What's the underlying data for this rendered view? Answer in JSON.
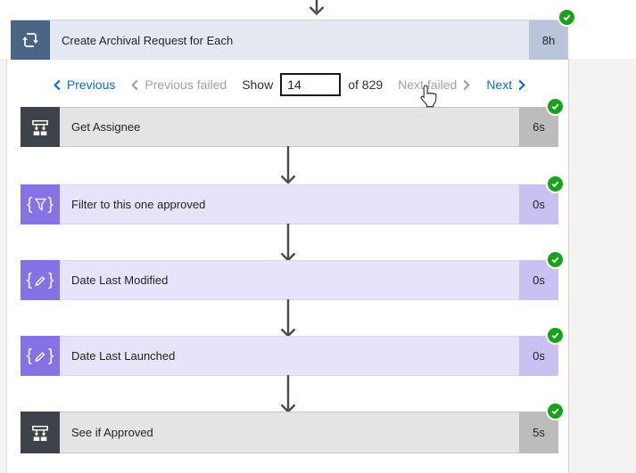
{
  "loop": {
    "title": "Create Archival Request for Each",
    "duration": "8h",
    "icon": "loop-repeat-icon",
    "status": "succeeded"
  },
  "pagination": {
    "previous": "Previous",
    "previous_failed": "Previous failed",
    "show_label": "Show",
    "page_value": "14",
    "of_label": "of 829",
    "next_failed": "Next failed",
    "next": "Next"
  },
  "actions": [
    {
      "title": "Get Assignee",
      "duration": "6s",
      "icon": "switch-icon",
      "status": "succeeded"
    },
    {
      "title": "Filter to this one approved",
      "duration": "0s",
      "icon": "filter-icon",
      "status": "succeeded"
    },
    {
      "title": "Date Last Modified",
      "duration": "0s",
      "icon": "compose-icon",
      "status": "succeeded"
    },
    {
      "title": "Date Last Launched",
      "duration": "0s",
      "icon": "compose-icon",
      "status": "succeeded"
    },
    {
      "title": "See if Approved",
      "duration": "5s",
      "icon": "switch-icon",
      "status": "succeeded"
    }
  ],
  "colors": {
    "link_blue": "#0b6fce",
    "disabled_gray": "#a3a19f",
    "success_green": "#17a317",
    "loop_icon_bg": "#4a6484",
    "loop_header_bg": "#e4e9f1",
    "dark_action_icon_bg": "#3e434a",
    "purple_action_icon_bg": "#8672e4"
  }
}
